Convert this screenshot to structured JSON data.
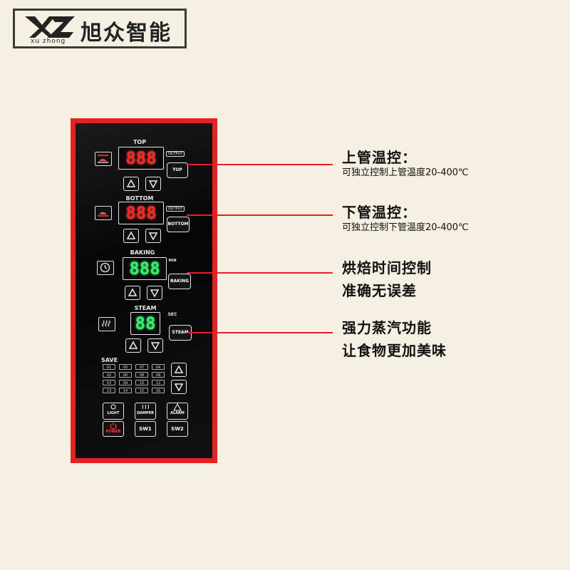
{
  "brand": {
    "mark": "XZ",
    "subtitle": "xu zhong",
    "name": "旭众智能"
  },
  "panel": {
    "top": {
      "label": "TOP",
      "digits": "888",
      "output": "OUTPUT",
      "button": "TOP"
    },
    "bottom": {
      "label": "BOTTOM",
      "digits": "888",
      "output": "OUTPUT",
      "button": "BOTTOM"
    },
    "baking": {
      "label": "BAKING",
      "digits": "888",
      "unit": "MIN",
      "button": "BAKING"
    },
    "steam": {
      "label": "STEAM",
      "digits": "88",
      "unit": "SEC",
      "button": "STEAM"
    },
    "save": {
      "label": "SAVE",
      "slots": [
        "01",
        "05",
        "07",
        "04",
        "02",
        "06",
        "08",
        "08",
        "03",
        "09",
        "10",
        "12",
        "13",
        "14",
        "15",
        "16"
      ]
    },
    "buttons": {
      "light": "LIGHT",
      "damper": "DAMPER",
      "alarm": "ALARM",
      "power": "POWER",
      "sw1": "SW1",
      "sw2": "SW2"
    }
  },
  "annotations": [
    {
      "title": "上管温控：",
      "subtitle": "可独立控制上管温度20-400℃"
    },
    {
      "title": "下管温控：",
      "subtitle": "可独立控制下管温度20-400℃"
    },
    {
      "title": "烘焙时间控制",
      "subtitle": "准确无误差"
    },
    {
      "title": "强力蒸汽功能",
      "subtitle": "让食物更加美味"
    }
  ],
  "colors": {
    "frame": "#e32222",
    "background": "#f6f0e3",
    "led_red": "#ff2626",
    "led_green": "#36f06a"
  }
}
